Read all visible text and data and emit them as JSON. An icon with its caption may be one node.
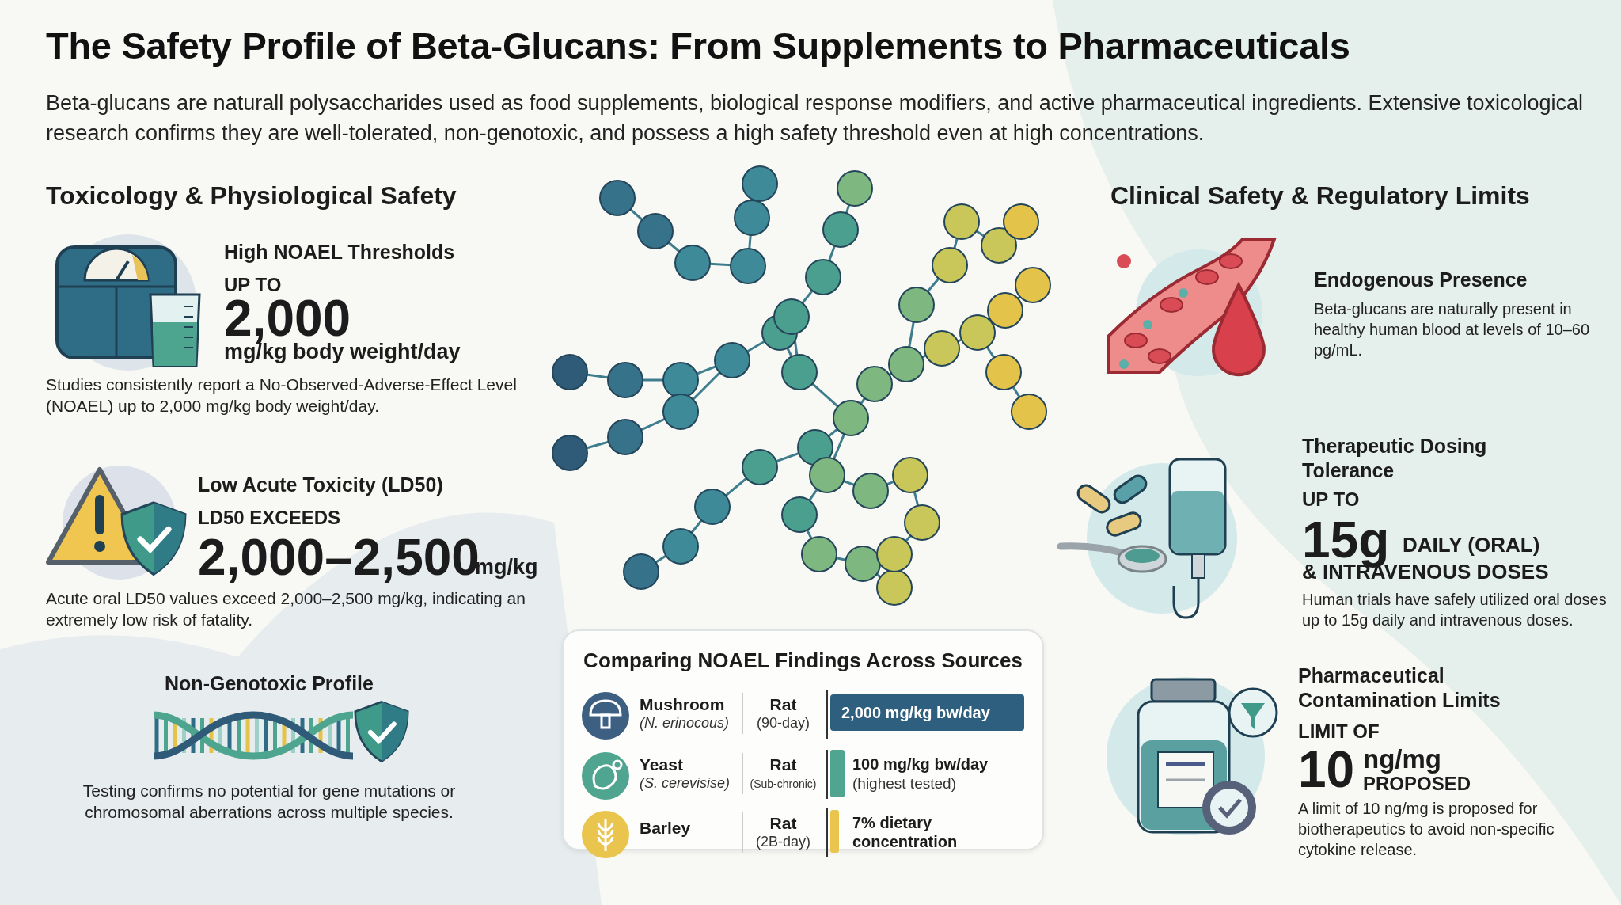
{
  "diagram": {
    "title": "The Safety Profile of Beta-Glucans: From Supplements to Pharmaceuticals",
    "nodes": [
      {
        "text": [
          "Comparing NOAEL Findings Across Sources"
        ]
      }
    ],
    "labels": [
      "Beta-glucans are naturall polysaccharides used as food supplements, biological response modifiers, and active pharmaceutical ingredients. Extensive toxicological research confirms they are well-tolerated, non-genotoxic, and possess a high safety threshold even at high concentrations.",
      "Toxicology & Physiological Safety",
      "High NOAEL Thresholds",
      "UP TO",
      "2,000",
      "mg/kg body weight/day",
      "Studies consistently report a No-Observed-Adverse-Effect Level (NOAEL) up to 2,000 mg/kg body weight/day.",
      "Low Acute Toxicity (LD50)",
      "LD50 EXCEEDS",
      "2,000–2,500",
      "mg/kg",
      "Acute oral LD50 values exceed 2,000–2,500 mg/kg, indicating an extremely low risk of fatality.",
      "Non-Genotoxic Profile",
      "Testing confirms no potential for gene mutations or chromosomal aberrations across multiple species.",
      "Clinical Safety & Regulatory Limits",
      "Endogenous Presence",
      "Beta-glucans are naturally present in healthy human blood at levels of 10–60 pg/mL.",
      "Therapeutic Dosing Tolerance",
      "UP TO",
      "15g",
      "DAILY (ORAL)",
      "& INTRAVENOUS DOSES",
      "Human trials have safely utilized oral doses up to 15g daily and intravenous doses.",
      "Pharmaceutical Contamination Limits",
      "LIMIT OF",
      "10",
      "ng/mg",
      "PROPOSED",
      "A limit of 10 ng/mg is proposed for biotherapeutics to avoid non-specific cytokine release.",
      "Mushroom",
      "(N. erinocous)",
      "Rat",
      "(90-day)",
      "2,000 mg/kg bw/day",
      "Yeast",
      "(S. cerevisise)",
      "Rat",
      "(Sub-chronic)",
      "100 mg/kg bw/day",
      "(highest tested)",
      "Barley",
      "Rat",
      "(2B-day)",
      "7% dietary concentration"
    ]
  }
}
